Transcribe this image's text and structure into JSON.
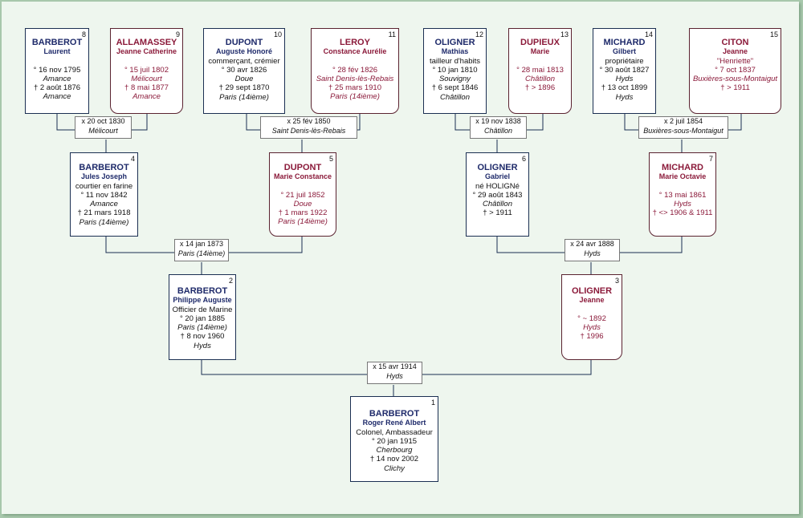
{
  "persons": [
    {
      "num": "1",
      "surname": "BARBEROT",
      "given": "Roger René Albert",
      "occupation": "Colonel, Ambassadeur",
      "birth_date": "° 20 jan 1915",
      "birth_place": "Cherbourg",
      "death_date": "† 14 nov 2002",
      "death_place": "Clichy"
    },
    {
      "num": "2",
      "surname": "BARBEROT",
      "given": "Philippe Auguste",
      "occupation": "Officier de Marine",
      "birth_date": "° 20 jan 1885",
      "birth_place": "Paris (14ième)",
      "death_date": "† 8 nov 1960",
      "death_place": "Hyds"
    },
    {
      "num": "3",
      "surname": "OLIGNER",
      "given": "Jeanne",
      "birth_date": "° ~ 1892",
      "birth_place": "Hyds",
      "death_date": "† 1996"
    },
    {
      "num": "4",
      "surname": "BARBEROT",
      "given": "Jules Joseph",
      "occupation": "courtier en farine",
      "birth_date": "° 11 nov 1842",
      "birth_place": "Amance",
      "death_date": "† 21 mars 1918",
      "death_place": "Paris (14ième)"
    },
    {
      "num": "5",
      "surname": "DUPONT",
      "given": "Marie Constance",
      "birth_date": "° 21 juil 1852",
      "birth_place": "Doue",
      "death_date": "† 1 mars 1922",
      "death_place": "Paris (14ième)"
    },
    {
      "num": "6",
      "surname": "OLIGNER",
      "given": "Gabriel",
      "occupation": "né HOLIGNé",
      "birth_date": "° 29 août 1843",
      "birth_place": "Châtillon",
      "death_date": "† > 1911"
    },
    {
      "num": "7",
      "surname": "MICHARD",
      "given": "Marie Octavie",
      "birth_date": "° 13 mai 1861",
      "birth_place": "Hyds",
      "death_date": "† <> 1906 & 1911"
    },
    {
      "num": "8",
      "surname": "BARBEROT",
      "given": "Laurent",
      "birth_date": "° 16 nov 1795",
      "birth_place": "Amance",
      "death_date": "† 2 août 1876",
      "death_place": "Amance"
    },
    {
      "num": "9",
      "surname": "ALLAMASSEY",
      "given": "Jeanne Catherine",
      "birth_date": "° 15 juil 1802",
      "birth_place": "Mélicourt",
      "death_date": "† 8 mai 1877",
      "death_place": "Amance"
    },
    {
      "num": "10",
      "surname": "DUPONT",
      "given": "Auguste Honoré",
      "occupation": "commerçant, crémier",
      "birth_date": "° 30 avr 1826",
      "birth_place": "Doue",
      "death_date": "† 29 sept 1870",
      "death_place": "Paris (14ième)"
    },
    {
      "num": "11",
      "surname": "LEROY",
      "given": "Constance Aurélie",
      "birth_date": "° 28 fév 1826",
      "birth_place": "Saint Denis-lès-Rebais",
      "death_date": "† 25 mars 1910",
      "death_place": "Paris (14ième)"
    },
    {
      "num": "12",
      "surname": "OLIGNER",
      "given": "Mathias",
      "occupation": "tailleur d'habits",
      "birth_date": "° 10 jan 1810",
      "birth_place": "Souvigny",
      "death_date": "† 6 sept 1846",
      "death_place": "Châtillon"
    },
    {
      "num": "13",
      "surname": "DUPIEUX",
      "given": "Marie",
      "birth_date": "° 28 mai 1813",
      "birth_place": "Châtillon",
      "death_date": "† > 1896"
    },
    {
      "num": "14",
      "surname": "MICHARD",
      "given": "Gilbert",
      "occupation": "propriétaire",
      "birth_date": "° 30 août 1827",
      "birth_place": "Hyds",
      "death_date": "† 13 oct 1899",
      "death_place": "Hyds"
    },
    {
      "num": "15",
      "surname": "CITON",
      "given": "Jeanne",
      "occupation": "\"Henriette\"",
      "birth_date": "° 7 oct 1837",
      "birth_place": "Buxières-sous-Montaigut",
      "death_date": "† > 1911"
    }
  ],
  "marriages": [
    {
      "date": "x 15 avr 1914",
      "place": "Hyds"
    },
    {
      "date": "x 14 jan 1873",
      "place": "Paris (14ième)"
    },
    {
      "date": "x 24 avr 1888",
      "place": "Hyds"
    },
    {
      "date": "x 20 oct 1830",
      "place": "Mélicourt"
    },
    {
      "date": "x 25 fév 1850",
      "place": "Saint Denis-lès-Rebais"
    },
    {
      "date": "x 19 nov 1838",
      "place": "Châtillon"
    },
    {
      "date": "x 2 juil 1854",
      "place": "Buxières-sous-Montaigut"
    }
  ]
}
